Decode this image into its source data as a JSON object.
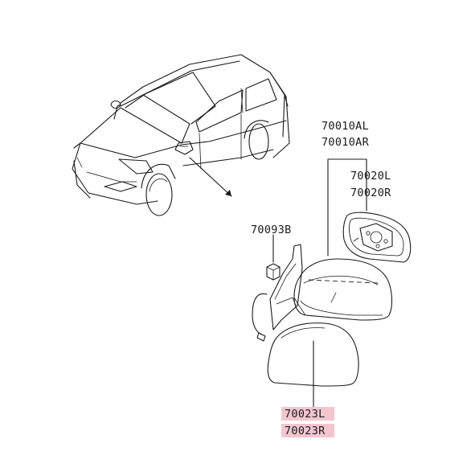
{
  "labels": {
    "housing_l": "70010AL",
    "housing_r": "70010AR",
    "glass_l": "70020L",
    "glass_r": "70020R",
    "nut": "70093B",
    "cover_l": "70023L",
    "cover_r": "70023R"
  },
  "colors": {
    "line": "#1a1a1a",
    "highlight": "#f3c6cf",
    "background": "#ffffff"
  }
}
